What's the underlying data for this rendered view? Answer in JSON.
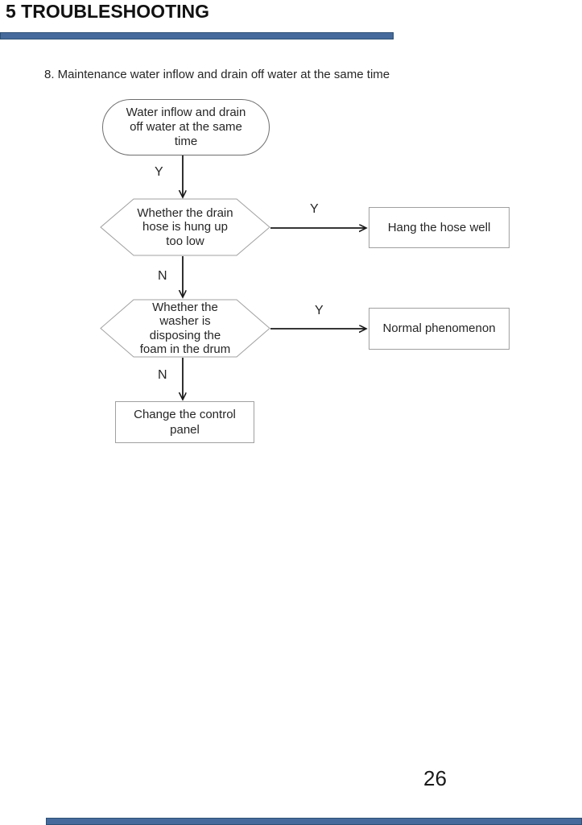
{
  "page": {
    "title": "5 TROUBLESHOOTING",
    "subtitle": "8. Maintenance water inflow and drain off water at the same time",
    "page_number": "26",
    "accent_color": "#466a9b"
  },
  "flowchart": {
    "start": {
      "lines": [
        "Water inflow  and drain",
        "off water at the same",
        "time"
      ]
    },
    "decision1": {
      "lines": [
        "Whether the drain",
        "hose is hung up",
        "too low"
      ]
    },
    "action1": {
      "label": "Hang the hose well"
    },
    "decision2": {
      "lines": [
        "Whether the",
        "washer is",
        "disposing the",
        "foam in the drum"
      ]
    },
    "action2": {
      "label": "Normal phenomenon"
    },
    "action3": {
      "lines": [
        "Change the control",
        "panel"
      ]
    },
    "labels": {
      "start_yes": "Y",
      "decision1_yes": "Y",
      "decision1_no": "N",
      "decision2_yes": "Y",
      "decision2_no": "N"
    }
  }
}
